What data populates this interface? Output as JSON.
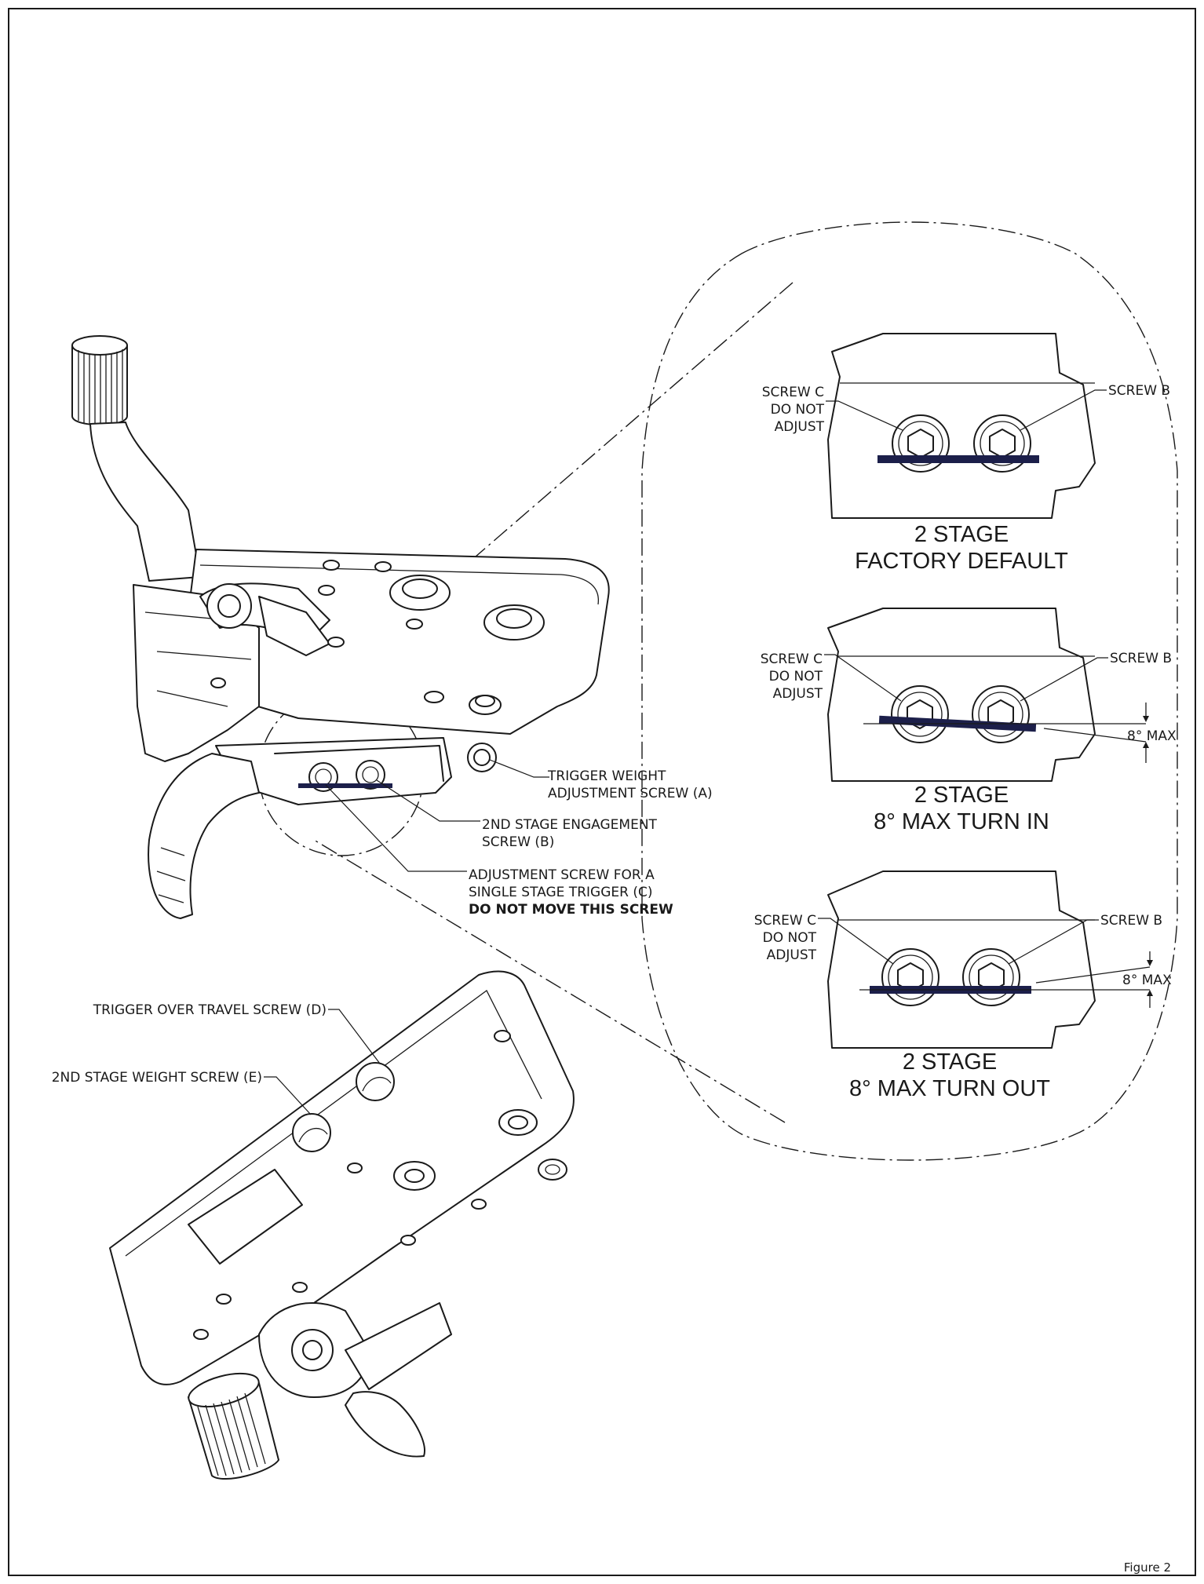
{
  "labels": {
    "screw_a_line1": "TRIGGER WEIGHT",
    "screw_a_line2": "ADJUSTMENT SCREW (A)",
    "screw_b_line1": "2ND STAGE ENGAGEMENT",
    "screw_b_line2": "SCREW (B)",
    "screw_c_line1": "ADJUSTMENT SCREW FOR A",
    "screw_c_line2": "SINGLE STAGE TRIGGER (C)",
    "screw_c_warning": "DO NOT MOVE THIS SCREW",
    "screw_d": "TRIGGER OVER TRAVEL SCREW (D)",
    "screw_e": "2ND STAGE WEIGHT SCREW (E)"
  },
  "details": [
    {
      "screw_c_line1": "SCREW C",
      "screw_c_line2": "DO NOT",
      "screw_c_line3": "ADJUST",
      "screw_b": "SCREW B",
      "caption_line1": "2 STAGE",
      "caption_line2": "FACTORY DEFAULT",
      "angle": ""
    },
    {
      "screw_c_line1": "SCREW C",
      "screw_c_line2": "DO NOT",
      "screw_c_line3": "ADJUST",
      "screw_b": "SCREW B",
      "caption_line1": "2 STAGE",
      "caption_line2": "8° MAX TURN IN",
      "angle": "8° MAX"
    },
    {
      "screw_c_line1": "SCREW C",
      "screw_c_line2": "DO NOT",
      "screw_c_line3": "ADJUST",
      "screw_b": "SCREW B",
      "caption_line1": "2 STAGE",
      "caption_line2": "8° MAX TURN OUT",
      "angle": "8° MAX"
    }
  ],
  "figure_label": "Figure 2",
  "colors": {
    "line": "#1a1a1a",
    "indicator": "#1c1f4a"
  }
}
